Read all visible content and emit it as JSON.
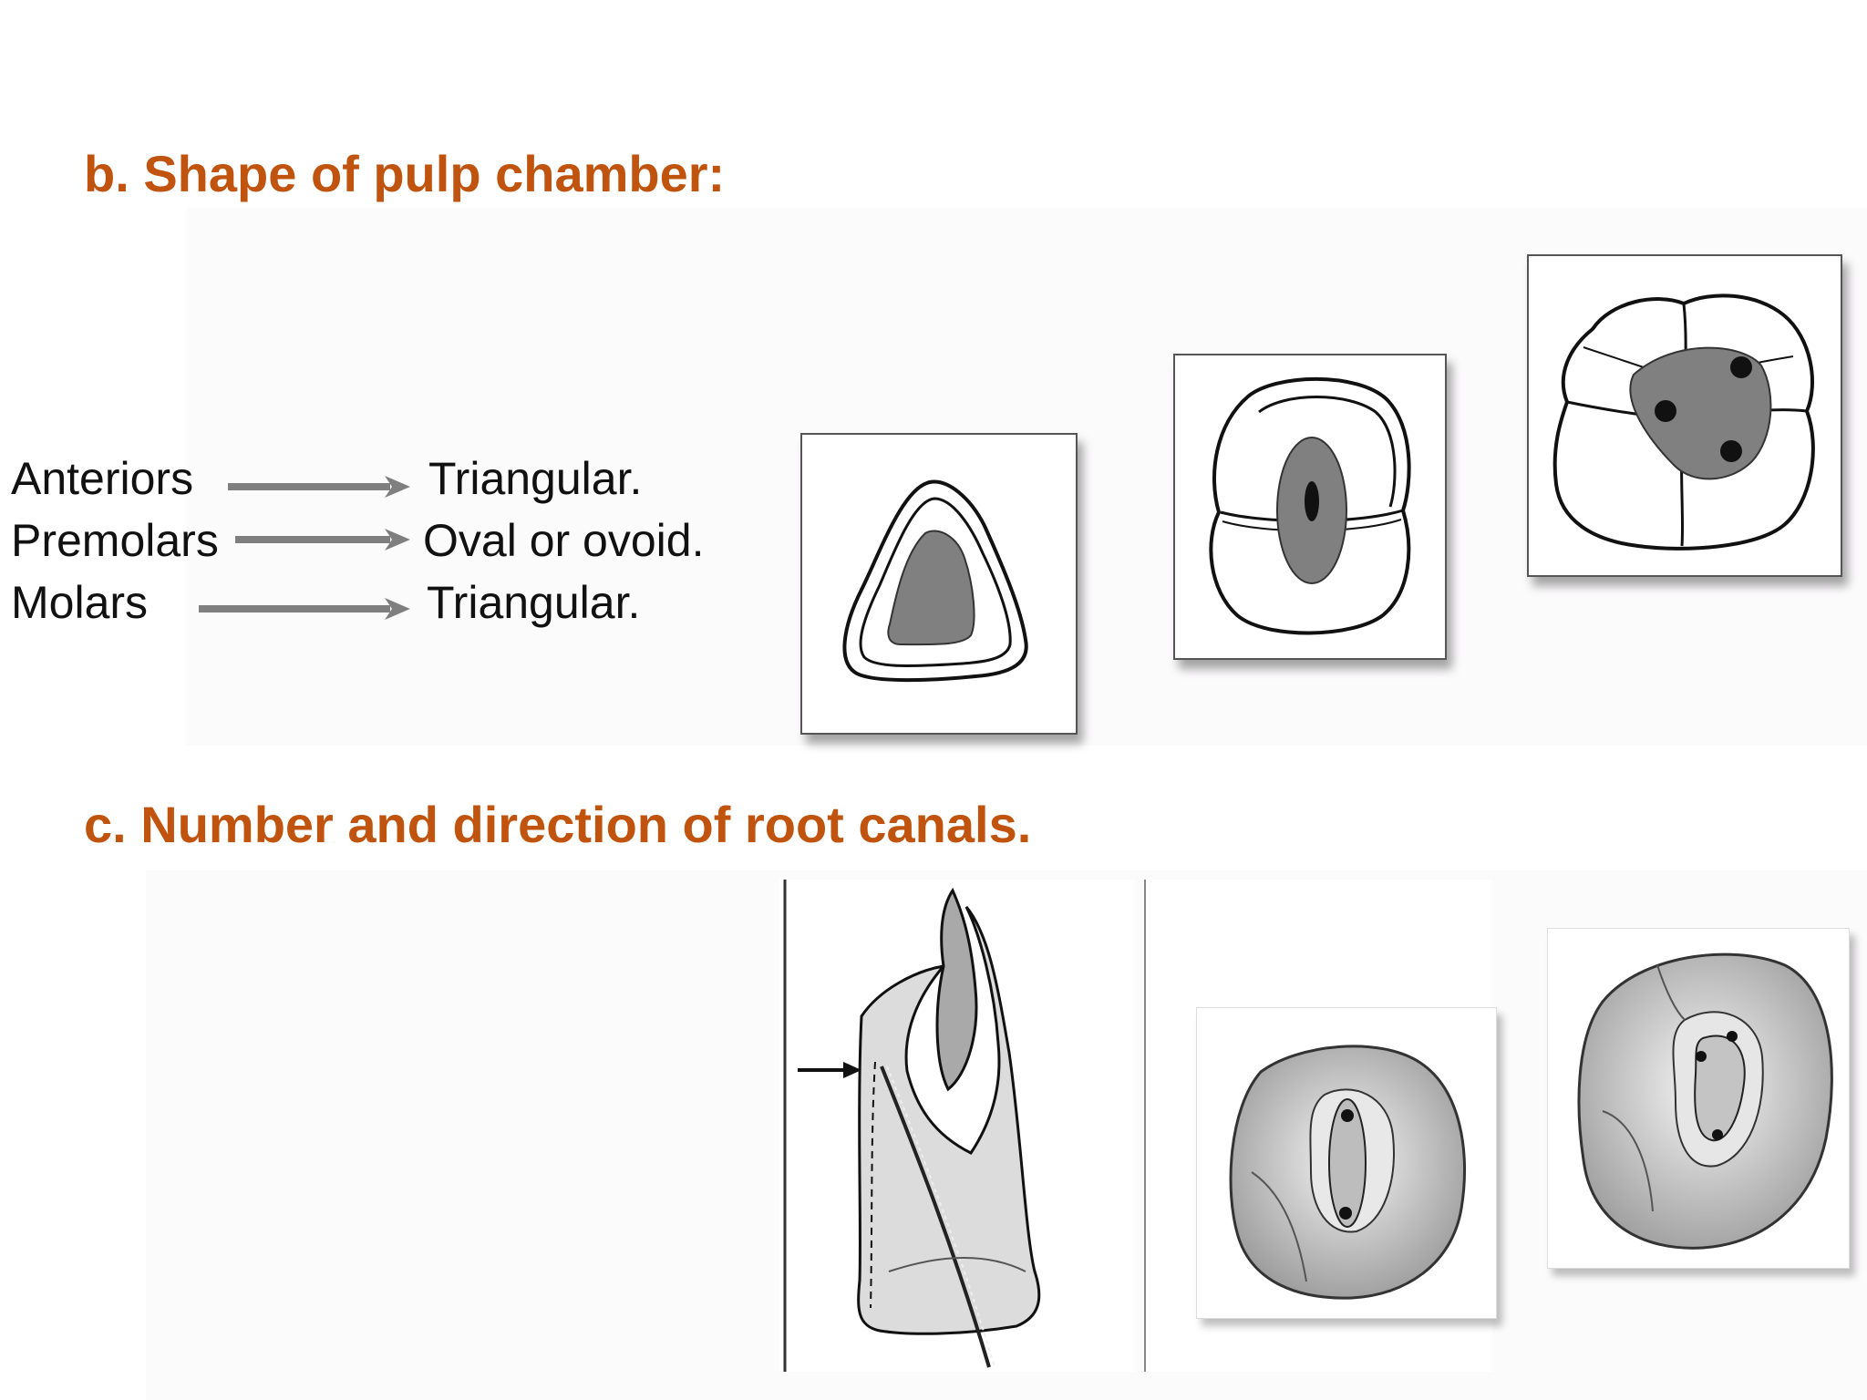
{
  "section_b": {
    "heading": "b. Shape of pulp chamber:",
    "rows": [
      {
        "tooth": "Anteriors",
        "shape": "Triangular."
      },
      {
        "tooth": "Premolars",
        "shape": "Oval or ovoid."
      },
      {
        "tooth": "Molars",
        "shape": "Triangular."
      }
    ]
  },
  "section_c": {
    "heading": "c.  Number and direction of root canals."
  },
  "colors": {
    "heading": "#c0530e",
    "arrow": "#7f7f7f",
    "pulp_fill": "#808080"
  },
  "icons": [
    "arrow-right-icon"
  ]
}
